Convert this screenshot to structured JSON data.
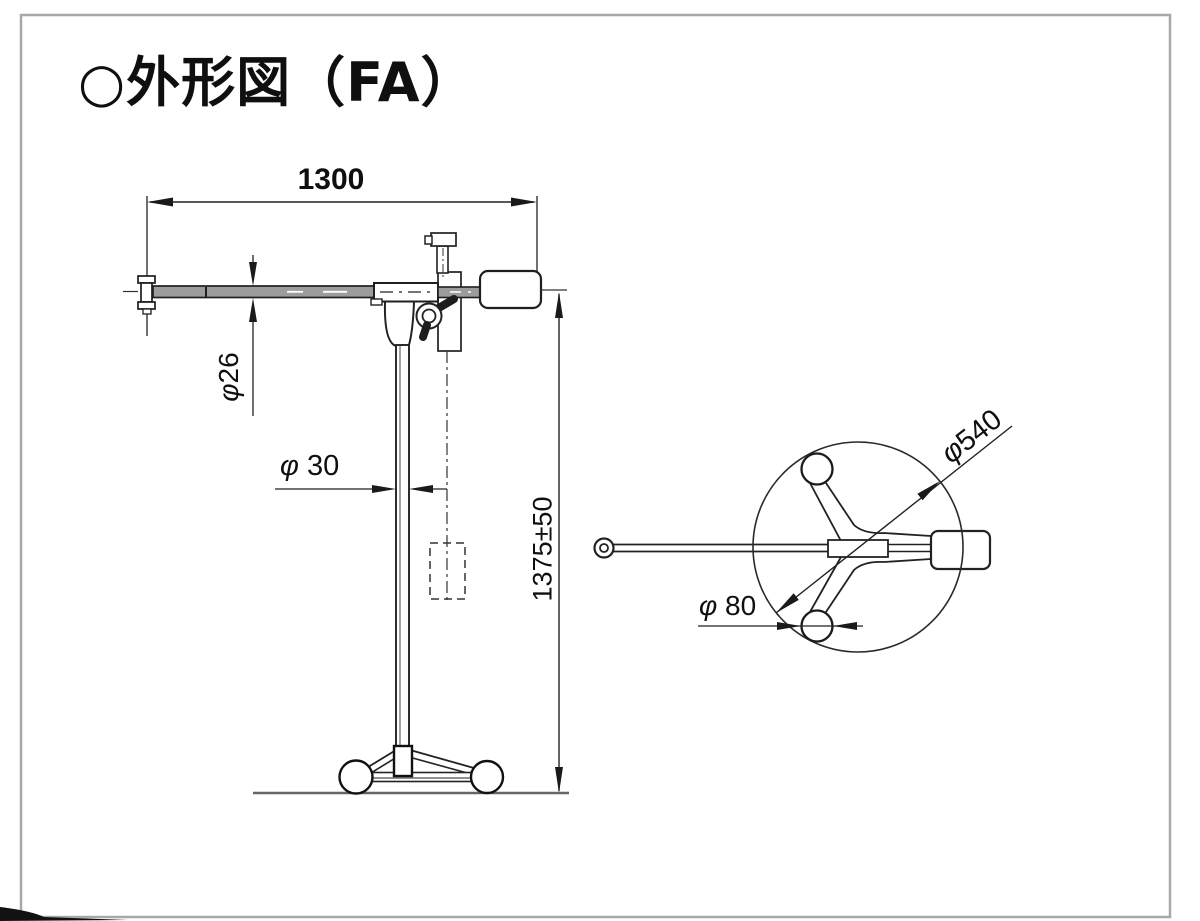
{
  "title": "○外形図（FA）",
  "dimensions": {
    "arm_length": "1300",
    "arm_diameter": "φ26",
    "pole_diameter": "φ 30",
    "stand_height": "1375±50",
    "base_circle_diameter": "φ540",
    "caster_diameter": "φ 80"
  },
  "colors": {
    "ink": "#1a1a1a",
    "arm_fill": "#9c9c9c",
    "sheet_border": "#a8a8a8"
  }
}
